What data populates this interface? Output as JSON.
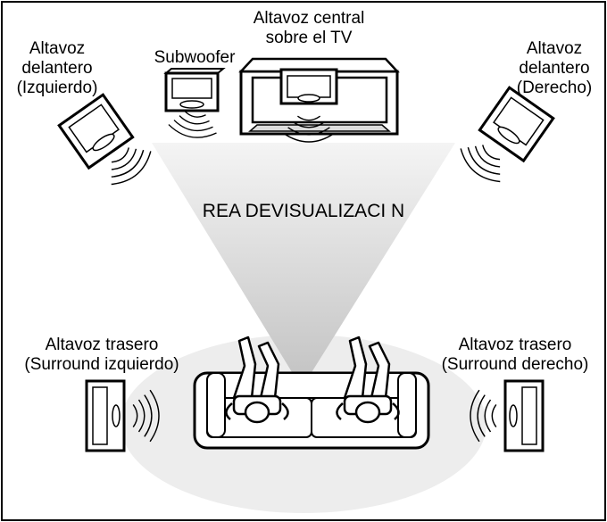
{
  "labels": {
    "center_speaker": [
      "Altavoz central",
      "sobre el TV"
    ],
    "subwoofer": "Subwoofer",
    "front_left": [
      "Altavoz",
      "delantero",
      "(Izquierdo)"
    ],
    "front_right": [
      "Altavoz",
      "delantero",
      "(Derecho)"
    ],
    "viewing_area": "REA DEVISUALIZACI N",
    "rear_left": [
      "Altavoz trasero",
      "(Surround izquierdo)"
    ],
    "rear_right": [
      "Altavoz trasero",
      "(Surround derecho)"
    ]
  },
  "colors": {
    "line": "#000000",
    "cone_top": "#f2f2f2",
    "cone_bottom": "#c4c4c4",
    "floor_ellipse": "#ececec",
    "speaker_face": "#ffffff"
  }
}
